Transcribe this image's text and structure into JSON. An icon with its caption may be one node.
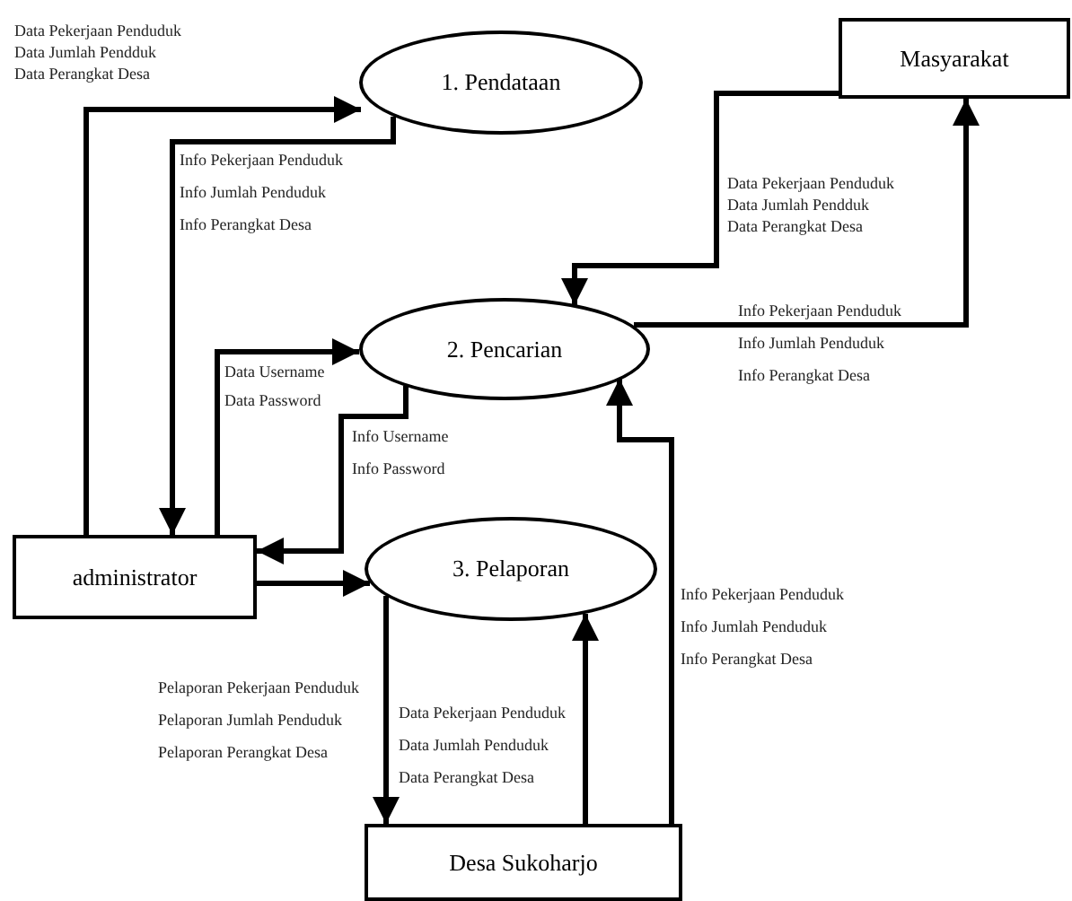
{
  "diagram": {
    "nodes": [
      {
        "text": [
          "1. Pendataan"
        ]
      },
      {
        "text": [
          "Masyarakat"
        ]
      },
      {
        "text": [
          "2. Pencarian"
        ]
      },
      {
        "text": [
          "administrator"
        ]
      },
      {
        "text": [
          "3. Pelaporan"
        ]
      },
      {
        "text": [
          "Desa Sukoharjo"
        ]
      }
    ],
    "edges": [
      {
        "from": 3,
        "to": 0,
        "arrow": "to"
      },
      {
        "from": 0,
        "to": 3,
        "arrow": "to"
      },
      {
        "from": 1,
        "to": 2,
        "arrow": "to"
      },
      {
        "from": 2,
        "to": 1,
        "arrow": "to"
      },
      {
        "from": 3,
        "to": 2,
        "arrow": "to"
      },
      {
        "from": 2,
        "to": 3,
        "arrow": "to"
      },
      {
        "from": 3,
        "to": 4,
        "arrow": "to"
      },
      {
        "from": 4,
        "to": 5,
        "arrow": "to"
      },
      {
        "from": 5,
        "to": 4,
        "arrow": "to"
      },
      {
        "from": 5,
        "to": 2,
        "arrow": "to"
      }
    ],
    "labels": [
      "Data Pekerjaan Penduduk",
      "Data Jumlah Pendduk",
      "Data Perangkat Desa",
      "Info Pekerjaan Penduduk",
      "Info Jumlah Penduduk",
      "Info Perangkat Desa",
      "Data Pekerjaan Penduduk",
      "Data Jumlah Pendduk",
      "Data Perangkat Desa",
      "Info Pekerjaan Penduduk",
      "Info Jumlah Penduduk",
      "Info Perangkat Desa",
      "Data Username",
      "Data Password",
      "Info Username",
      "Info Password",
      "Info Pekerjaan Penduduk",
      "Info Jumlah Penduduk",
      "Info Perangkat Desa",
      "Pelaporan Pekerjaan Penduduk",
      "Pelaporan Jumlah Penduduk",
      "Pelaporan Perangkat Desa",
      "Data Pekerjaan Penduduk",
      "Data Jumlah Penduduk",
      "Data Perangkat Desa"
    ]
  }
}
